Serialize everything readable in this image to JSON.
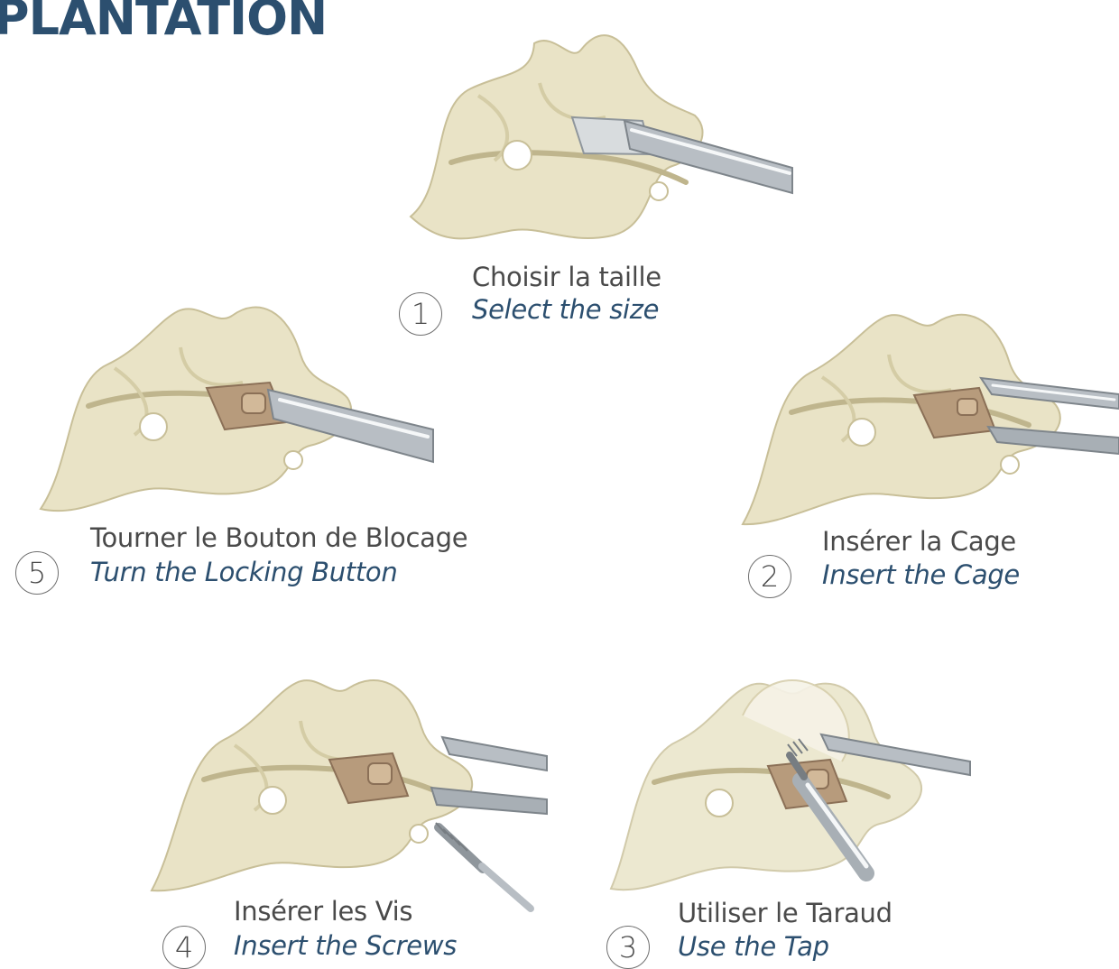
{
  "heading": "PLANTATION",
  "colors": {
    "heading": "#2c4f6f",
    "english_caption": "#2c4f6f",
    "french_caption": "#4a4a4a",
    "bone": "#e9e3c6",
    "bone_shadow": "#c8bf98",
    "instrument": "#b8bec4",
    "cage": "#b79b7c"
  },
  "steps": [
    {
      "number": "1",
      "label_fr": "Choisir la taille",
      "label_en": "Select the size",
      "icon": "vertebrae-with-sizer-instrument"
    },
    {
      "number": "2",
      "label_fr": "Insérer la Cage",
      "label_en": "Insert the Cage",
      "icon": "vertebrae-with-cage-and-inserter"
    },
    {
      "number": "3",
      "label_fr": "Utiliser le Taraud",
      "label_en": "Use the Tap",
      "icon": "vertebrae-with-tap-instrument"
    },
    {
      "number": "4",
      "label_fr": "Insérer les Vis",
      "label_en": "Insert the Screws",
      "icon": "vertebrae-with-screw-and-driver"
    },
    {
      "number": "5",
      "label_fr": "Tourner le Bouton de Blocage",
      "label_en": "Turn the Locking Button",
      "icon": "vertebrae-with-locking-driver"
    }
  ]
}
